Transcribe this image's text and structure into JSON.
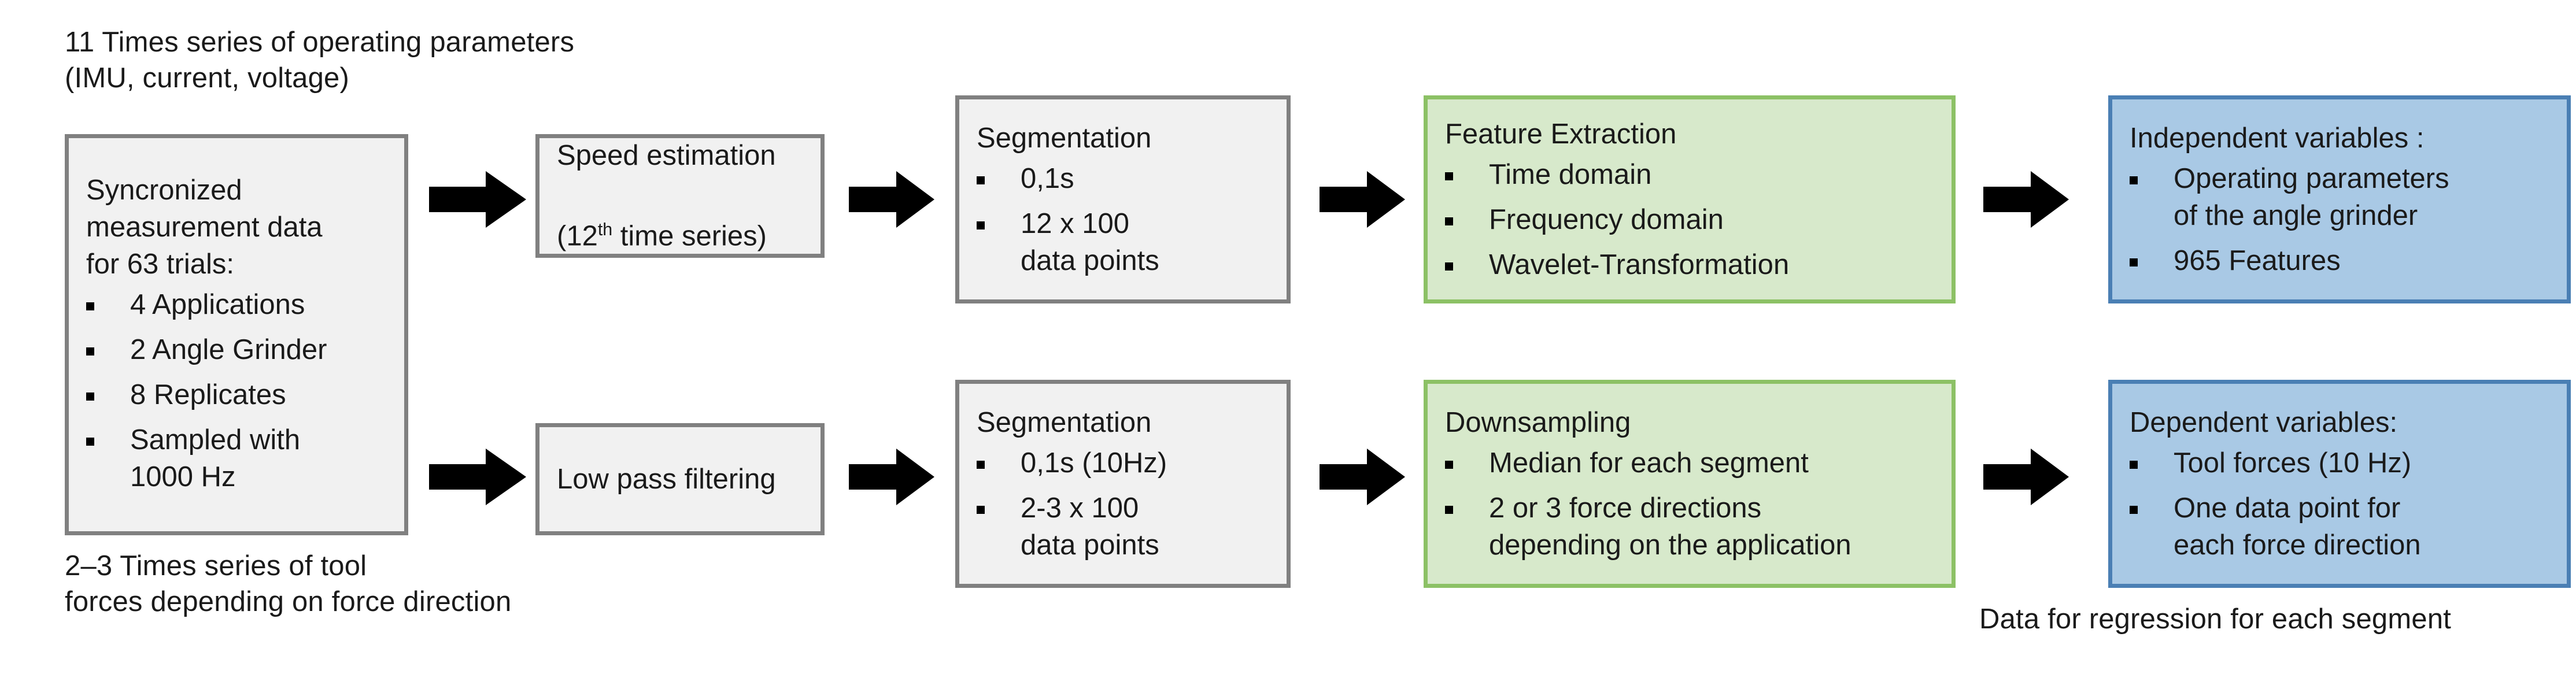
{
  "diagram": {
    "title_note_top": "11 Times series of operating parameters\n(IMU, current, voltage)",
    "title_note_bottom_left": "2–3 Times series of tool\nforces depending on force direction",
    "note_bottom_right": "Data for regression for each segment",
    "colors": {
      "gray_fill": "#f1f1f1",
      "gray_border": "#808080",
      "green_fill": "#d7e9cb",
      "green_border": "#8cc165",
      "blue_fill": "#a9c9e5",
      "blue_border": "#4a7fb4",
      "arrow": "#000000"
    }
  },
  "boxes": {
    "source_data": {
      "title": "Syncronized\nmeasurement data\nfor 63 trials:",
      "bullets": [
        "4 Applications",
        "2 Angle Grinder",
        "8 Replicates",
        "Sampled with\n1000 Hz"
      ]
    },
    "speed_estimation": {
      "line1": "Speed estimation",
      "line2_pre": "(12",
      "line2_sup": "th",
      "line2_post": " time series)"
    },
    "segmentation_top": {
      "title": "Segmentation",
      "bullets": [
        "0,1s",
        "12 x 100\ndata points"
      ]
    },
    "feature_extraction": {
      "title": "Feature Extraction",
      "bullets": [
        "Time domain",
        "Frequency domain",
        "Wavelet-Transformation"
      ]
    },
    "independent_variables": {
      "title": "Independent variables :",
      "bullets": [
        "Operating parameters\nof the angle grinder",
        "965 Features"
      ]
    },
    "low_pass_filtering": {
      "title": "Low pass filtering"
    },
    "segmentation_bottom": {
      "title": "Segmentation",
      "bullets": [
        "0,1s (10Hz)",
        "2-3 x 100\ndata points"
      ]
    },
    "downsampling": {
      "title": "Downsampling",
      "bullets": [
        "Median for each segment",
        "2 or 3 force directions\ndepending on the application"
      ]
    },
    "dependent_variables": {
      "title": "Dependent variables:",
      "bullets": [
        "Tool forces (10 Hz)",
        "One data point for\neach force direction"
      ]
    }
  },
  "arrows": {
    "a1": "arrow-right-icon",
    "a2": "arrow-right-icon",
    "a3": "arrow-right-icon",
    "a4": "arrow-right-icon",
    "a5": "arrow-right-icon",
    "a6": "arrow-right-icon",
    "a7": "arrow-right-icon",
    "a8": "arrow-right-icon"
  }
}
